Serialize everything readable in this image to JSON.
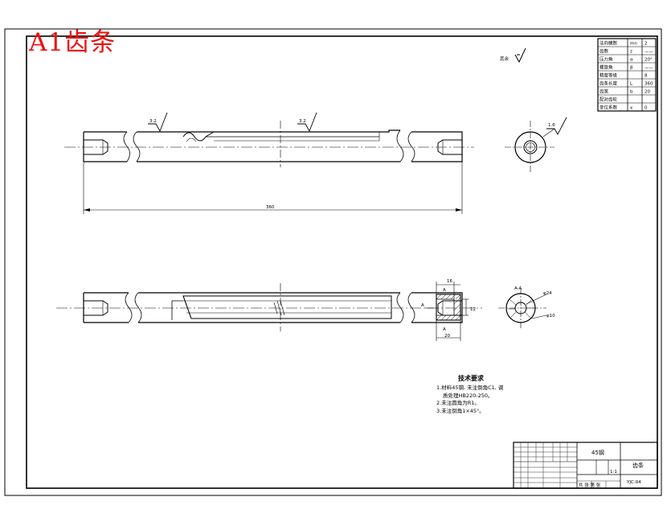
{
  "stamp": "A1齿条",
  "surface_finish_rest": "其余",
  "roughness": [
    "3.2",
    "3.2",
    "1.6"
  ],
  "params": [
    {
      "label": "法向模数",
      "sym": "mn",
      "val": "2"
    },
    {
      "label": "齿数",
      "sym": "z",
      "val": "——"
    },
    {
      "label": "压力角",
      "sym": "α",
      "val": "20°"
    },
    {
      "label": "螺旋角",
      "sym": "β",
      "val": "——"
    },
    {
      "label": "精度等级",
      "sym": "",
      "val": "8"
    },
    {
      "label": "齿条长度",
      "sym": "L",
      "val": "360"
    },
    {
      "label": "齿宽",
      "sym": "b",
      "val": "20"
    },
    {
      "label": "配对齿轮",
      "sym": "",
      "val": ""
    },
    {
      "label": "变位系数",
      "sym": "x",
      "val": "0"
    }
  ],
  "dims": {
    "overall": "360",
    "d16": "16",
    "d20": "20",
    "d12": "12",
    "phi24": "φ24",
    "phi10": "φ10",
    "sectionA": "A",
    "sectionAA": "A-A"
  },
  "tech": {
    "title": "技术要求",
    "items": [
      "1.材料45钢, 未注倒角C1, 调",
      "质处理HB220-250。",
      "2.未注圆角为R1。",
      "3.未注倒角1×45°。"
    ]
  },
  "title_block": {
    "material": "45钢",
    "part_name": "齿条",
    "drawing_no": "YJC-04",
    "scale": "1:1",
    "sheet_info": "共 张 第 张"
  }
}
